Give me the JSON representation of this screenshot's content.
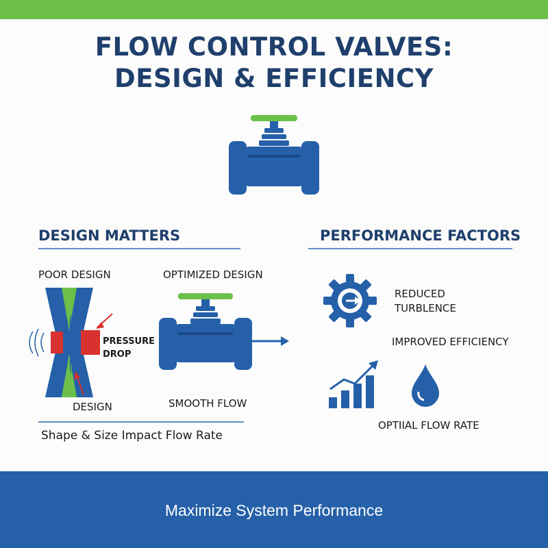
{
  "header": {
    "title_line1": "FLOW CONTROL VALVES:",
    "title_line2": "DESIGN & EFFICIENCY"
  },
  "colors": {
    "accent_green": "#6cc04a",
    "valve_blue": "#2560a9",
    "title_navy": "#1f3f6c",
    "pressure_red": "#d93030"
  },
  "design_matters": {
    "heading": "DESIGN MATTERS",
    "poor_label": "POOR DESIGN",
    "optimized_label": "OPTIMIZED DESIGN",
    "pressure_line1": "PRESSURE",
    "pressure_line2": "DROP",
    "design_label": "DESIGN",
    "smooth_flow_label": "SMOOTH FLOW",
    "caption": "Shape & Size Impact Flow Rate"
  },
  "performance": {
    "heading": "PERFORMANCE FACTORS",
    "reduced_line1": "REDUCED",
    "reduced_line2": "TURBLENCE",
    "improved": "IMPROVED EFFICIENCY",
    "optimal": "OPTIIAL FLOW RATE"
  },
  "icons": [
    "valve-icon",
    "gear-icon",
    "bar-chart-icon",
    "water-drop-icon",
    "arrow-right-icon"
  ],
  "footer": {
    "text": "Maximize System Performance"
  }
}
